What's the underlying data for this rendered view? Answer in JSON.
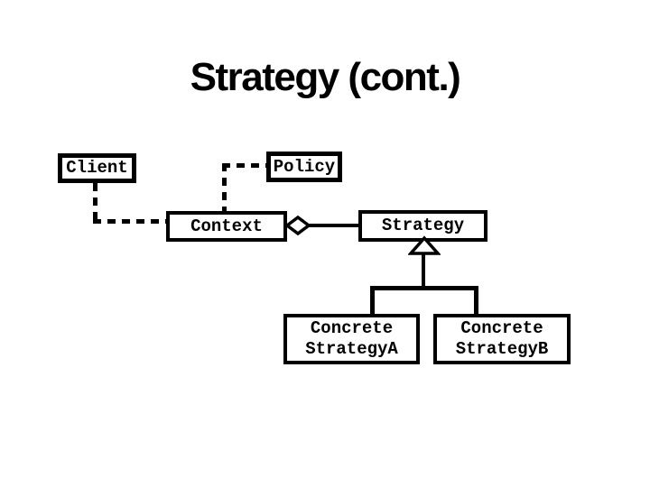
{
  "slide": {
    "title": "Strategy (cont.)"
  },
  "colors": {
    "background": "#ffffff",
    "line": "#000000",
    "text": "#000000",
    "node_fill": "#ffffff"
  },
  "diagram": {
    "kind": "uml-class-diagram",
    "nodes": [
      {
        "id": "client",
        "label": "Client"
      },
      {
        "id": "policy",
        "label": "Policy"
      },
      {
        "id": "context",
        "label": "Context"
      },
      {
        "id": "strategy",
        "label": "Strategy"
      },
      {
        "id": "concrete-strategy-a",
        "label": "Concrete\nStrategyA"
      },
      {
        "id": "concrete-strategy-b",
        "label": "Concrete\nStrategyB"
      }
    ],
    "edges": [
      {
        "from": "Client",
        "to": "Context",
        "line": "dashed",
        "relation": "dependency"
      },
      {
        "from": "Policy",
        "to": "Context",
        "line": "dashed",
        "relation": "dependency"
      },
      {
        "from": "Context",
        "to": "Strategy",
        "line": "solid",
        "relation": "aggregation",
        "marker": "open-diamond-at-context"
      },
      {
        "from": "ConcreteStrategyA",
        "to": "Strategy",
        "line": "solid",
        "relation": "inheritance",
        "marker": "open-triangle-at-strategy"
      },
      {
        "from": "ConcreteStrategyB",
        "to": "Strategy",
        "line": "solid",
        "relation": "inheritance",
        "marker": "open-triangle-at-strategy"
      }
    ]
  }
}
